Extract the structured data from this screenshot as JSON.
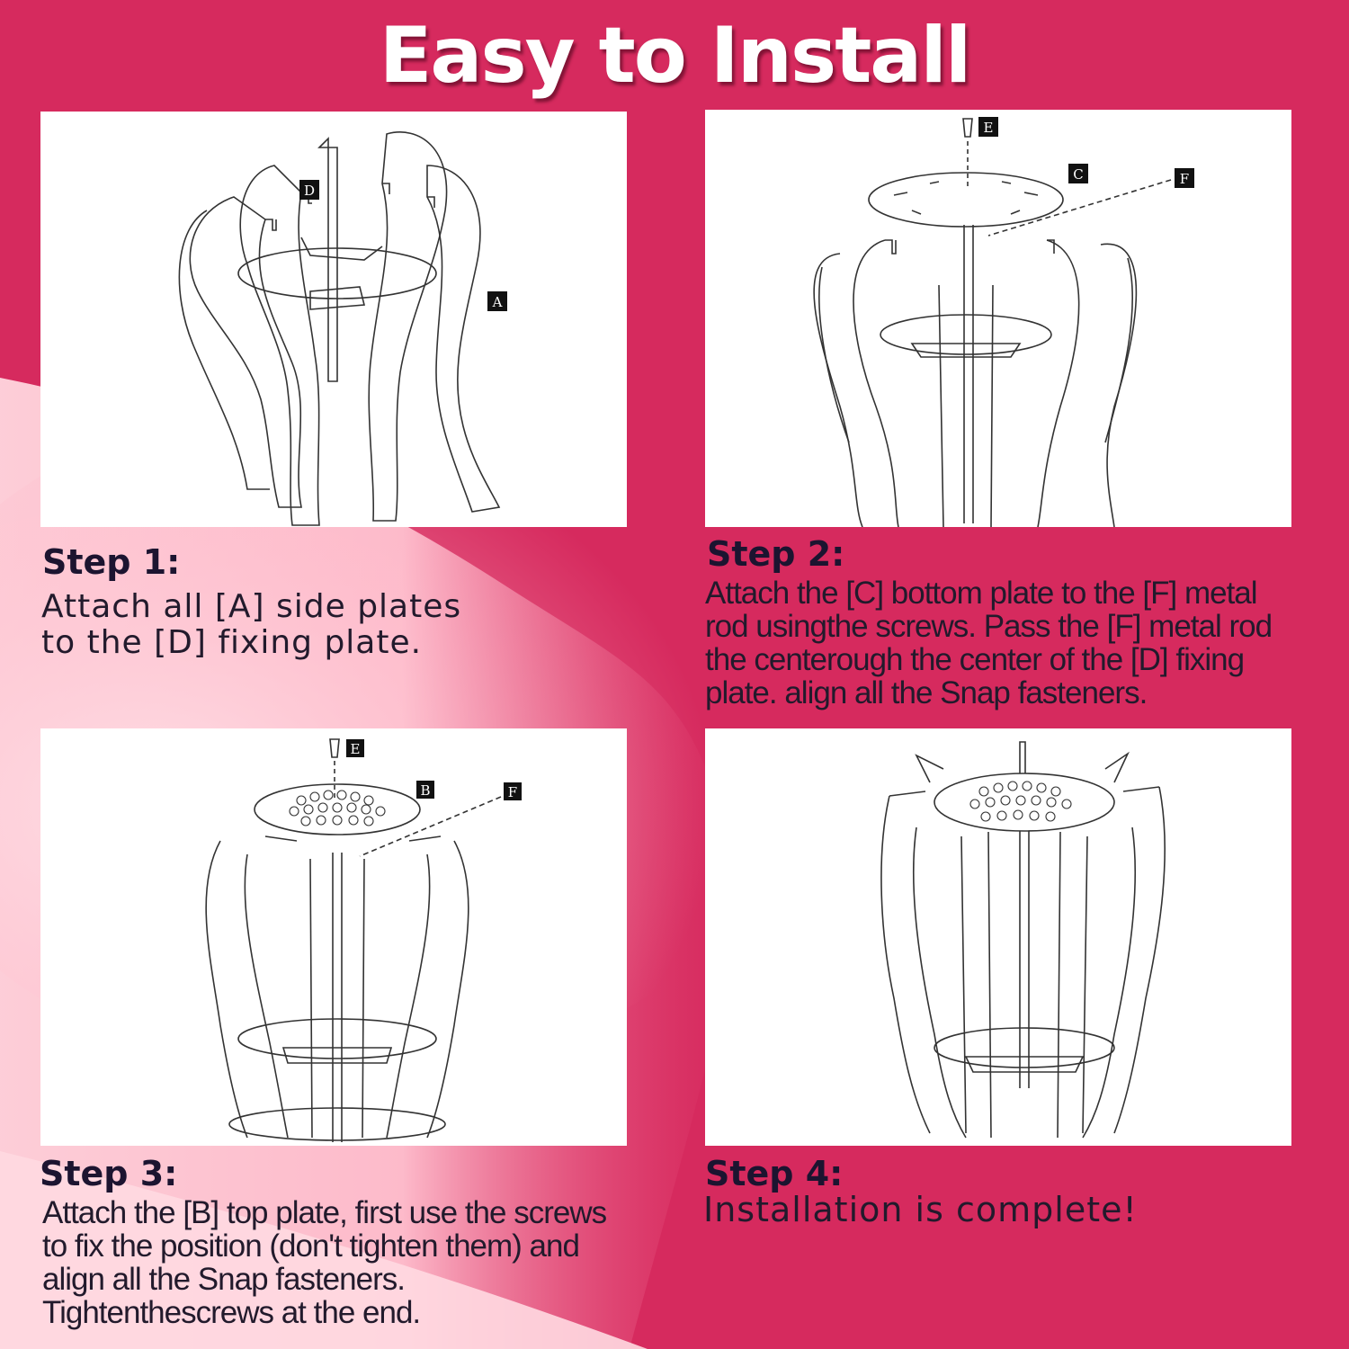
{
  "title": "Easy to Install",
  "colors": {
    "background": "#d62a5e",
    "highlight": "#ffd0da",
    "text": "#1c1430"
  },
  "steps": [
    {
      "heading": "Step 1:",
      "lines": [
        "Attach all [A] side plates",
        "to the [D] fixing plate."
      ],
      "part_labels": [
        "D",
        "A"
      ]
    },
    {
      "heading": "Step 2:",
      "lines": [
        "Attach the [C] bottom plate to the [F] metal",
        "rod usingthe screws. Pass the [F] metal rod",
        "the centerough the center of the [D] fixing",
        "plate. align all the Snap fasteners."
      ],
      "part_labels": [
        "E",
        "C",
        "F"
      ]
    },
    {
      "heading": "Step 3:",
      "lines": [
        "Attach the [B] top plate, first use the screws",
        "to fix the position (don't tighten them) and",
        "align all the Snap fasteners.",
        "Tightenthescrews at the end."
      ],
      "part_labels": [
        "E",
        "B",
        "F"
      ]
    },
    {
      "heading": "Step 4:",
      "lines": [
        "Installation is complete!"
      ],
      "part_labels": []
    }
  ]
}
